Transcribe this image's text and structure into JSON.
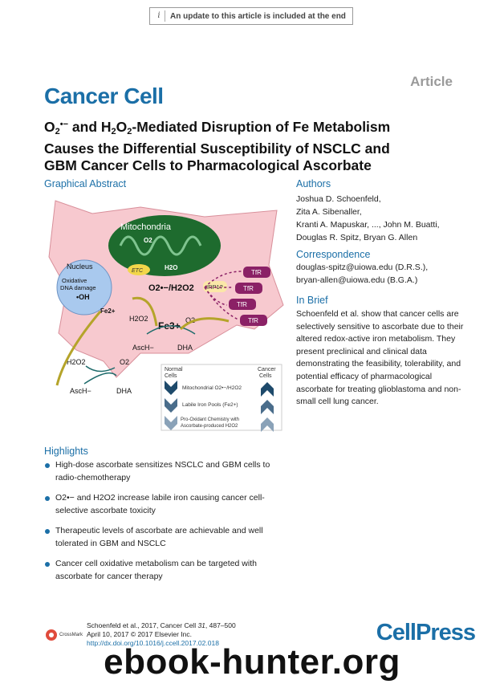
{
  "banner": {
    "icon": "info-icon",
    "text": "An update to this article is included at the end"
  },
  "article_label": "Article",
  "journal": "Cancer Cell",
  "title": {
    "line1_pre": "O",
    "line1_sub1": "2",
    "line1_sup": "•−",
    "line1_mid": " and H",
    "line1_sub2": "2",
    "line1_mid2": "O",
    "line1_sub3": "2",
    "line1_post": "-Mediated Disruption of Fe Metabolism",
    "line2": "Causes the Differential Susceptibility of NSCLC and",
    "line3": "GBM Cancer Cells to Pharmacological Ascorbate"
  },
  "graphical_abstract": {
    "heading": "Graphical Abstract",
    "mitochondria": "Mitochondria",
    "o2": "O2",
    "etc": "ETC",
    "h2o": "H2O",
    "ros": "O2•−/H2O2",
    "irp": "IRP1?",
    "tfr": [
      "TfR",
      "TfR",
      "TfR",
      "TfR"
    ],
    "nucleus": "Nucleus",
    "dna": "Oxidative DNA damage",
    "oh": "•OH",
    "fe2": "Fe2+",
    "h2o2_a": "H2O2",
    "fe3": "Fe3+",
    "o2_b": "O2",
    "asch_a": "AscH−",
    "dha_a": "DHA",
    "h2o2_b": "H2O2",
    "o2_c": "O2",
    "asch_b": "AscH−",
    "dha_b": "DHA",
    "normal": "Normal Cells",
    "cancer": "Cancer Cells",
    "legend": [
      "Mitochondrial O2•−/H2O2",
      "Labile Iron Pools (Fe2+)",
      "Pro-Oxidant Chemistry with Ascorbate-produced H2O2"
    ]
  },
  "authors": {
    "heading": "Authors",
    "lines": [
      "Joshua D. Schoenfeld,",
      "Zita A. Sibenaller,",
      "Kranti A. Mapuskar, ..., John M. Buatti,",
      "Douglas R. Spitz, Bryan G. Allen"
    ]
  },
  "correspondence": {
    "heading": "Correspondence",
    "lines": [
      "douglas-spitz@uiowa.edu (D.R.S.),",
      "bryan-allen@uiowa.edu (B.G.A.)"
    ]
  },
  "in_brief": {
    "heading": "In Brief",
    "text": "Schoenfeld et al. show that cancer cells are selectively sensitive to ascorbate due to their altered redox-active iron metabolism. They present preclinical and clinical data demonstrating the feasibility, tolerability, and potential efficacy of pharmacological ascorbate for treating glioblastoma and non-small cell lung cancer."
  },
  "highlights": {
    "heading": "Highlights",
    "items": [
      "High-dose ascorbate sensitizes NSCLC and GBM cells to radio-chemotherapy",
      "O2•− and H2O2 increase labile iron causing cancer cell-selective ascorbate toxicity",
      "Therapeutic levels of ascorbate are achievable and well tolerated in GBM and NSCLC",
      "Cancer cell oxidative metabolism can be targeted with ascorbate for cancer therapy"
    ]
  },
  "footer": {
    "crossmark": "CrossMark",
    "citation_pre": "Schoenfeld et al., 2017, Cancer Cell ",
    "citation_vol": "31",
    "citation_post": ", 487–500",
    "date": "April 10, 2017 © 2017 Elsevier Inc.",
    "doi": "http://dx.doi.org/10.1016/j.ccell.2017.02.018"
  },
  "publisher": "CellPress",
  "watermark": "ebook-hunter.org",
  "colors": {
    "accent": "#1b6fa7",
    "cell": "#f7c9cf",
    "mito": "#1e6b2e",
    "tfr": "#8b2166",
    "arrow": "#b5a42a"
  }
}
